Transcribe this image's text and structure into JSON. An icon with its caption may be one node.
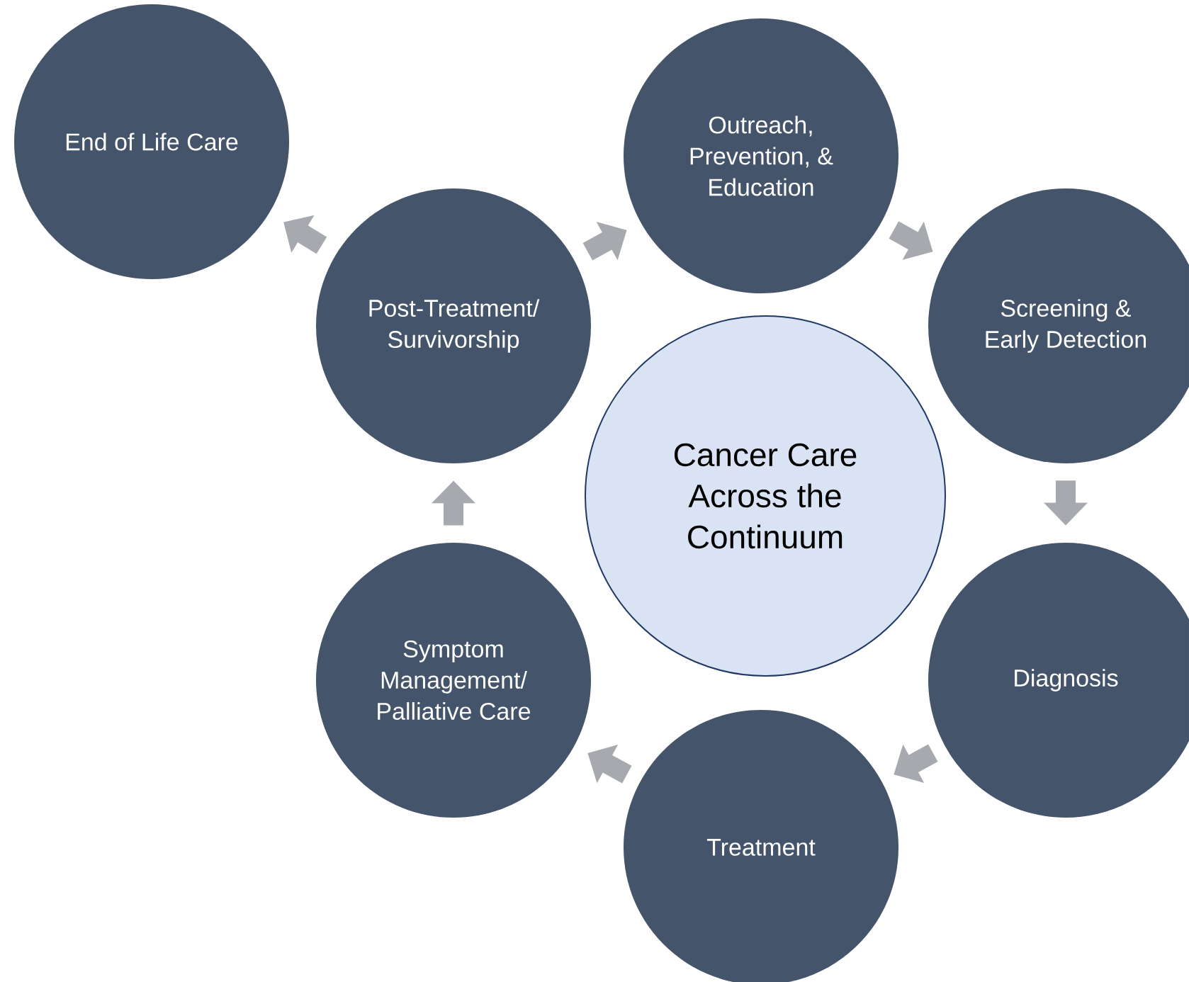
{
  "diagram": {
    "nodes": [
      {
        "text": [
          "Cancer Care Across the Continuum"
        ]
      },
      {
        "text": [
          "Outreach, Prevention, & Education"
        ]
      },
      {
        "text": [
          "Screening & Early Detection"
        ]
      },
      {
        "text": [
          "Diagnosis"
        ]
      },
      {
        "text": [
          "Treatment"
        ]
      },
      {
        "text": [
          "Symptom Management/ Palliative Care"
        ]
      },
      {
        "text": [
          "Post-Treatment/ Survivorship"
        ]
      },
      {
        "text": [
          "End of Life Care"
        ]
      }
    ],
    "edges": [
      {
        "from": 6,
        "to": 1,
        "arrow": "to"
      },
      {
        "from": 1,
        "to": 2,
        "arrow": "to"
      },
      {
        "from": 2,
        "to": 3,
        "arrow": "to"
      },
      {
        "from": 3,
        "to": 4,
        "arrow": "to"
      },
      {
        "from": 4,
        "to": 5,
        "arrow": "to"
      },
      {
        "from": 5,
        "to": 6,
        "arrow": "to"
      },
      {
        "from": 6,
        "to": 7,
        "arrow": "to"
      }
    ]
  }
}
